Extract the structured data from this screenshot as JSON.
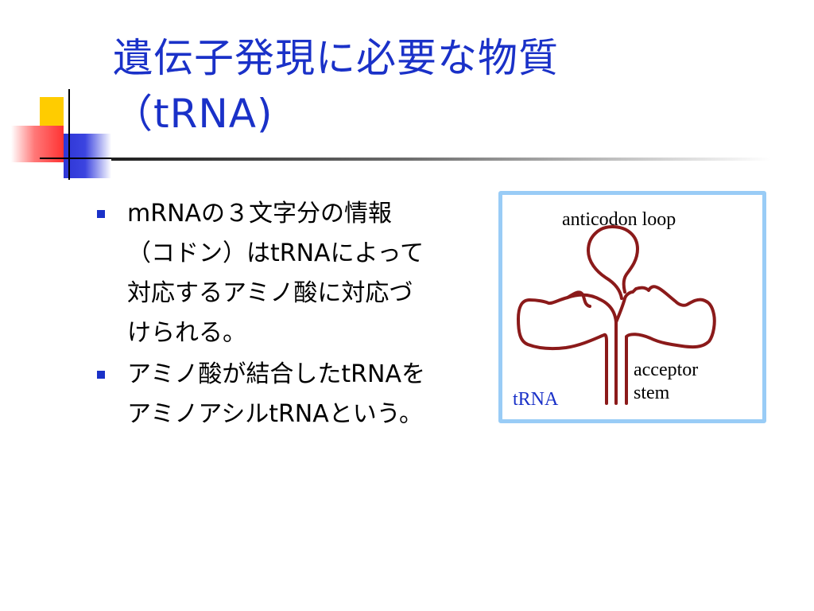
{
  "slide": {
    "title_line1": "遺伝子発現に必要な物質",
    "title_line2": "（tRNA)",
    "bullets": [
      {
        "lines": [
          "mRNAの３文字分の情報",
          "（コドン）はtRNAによって",
          "対応するアミノ酸に対応づ",
          "けられる。"
        ]
      },
      {
        "lines": [
          "アミノ酸が結合したtRNAを",
          "アミノアシルtRNAという。"
        ]
      }
    ]
  },
  "figure": {
    "labels": {
      "anticodon_loop": "anticodon loop",
      "acceptor": "acceptor",
      "stem": "stem",
      "trna": "tRNA"
    },
    "colors": {
      "strand": "#8b1a1a",
      "frame": "#99ccf6",
      "trna_label": "#1a31c8"
    }
  },
  "theme": {
    "title_color": "#1a31c8",
    "bullet_color": "#1a31c8"
  }
}
